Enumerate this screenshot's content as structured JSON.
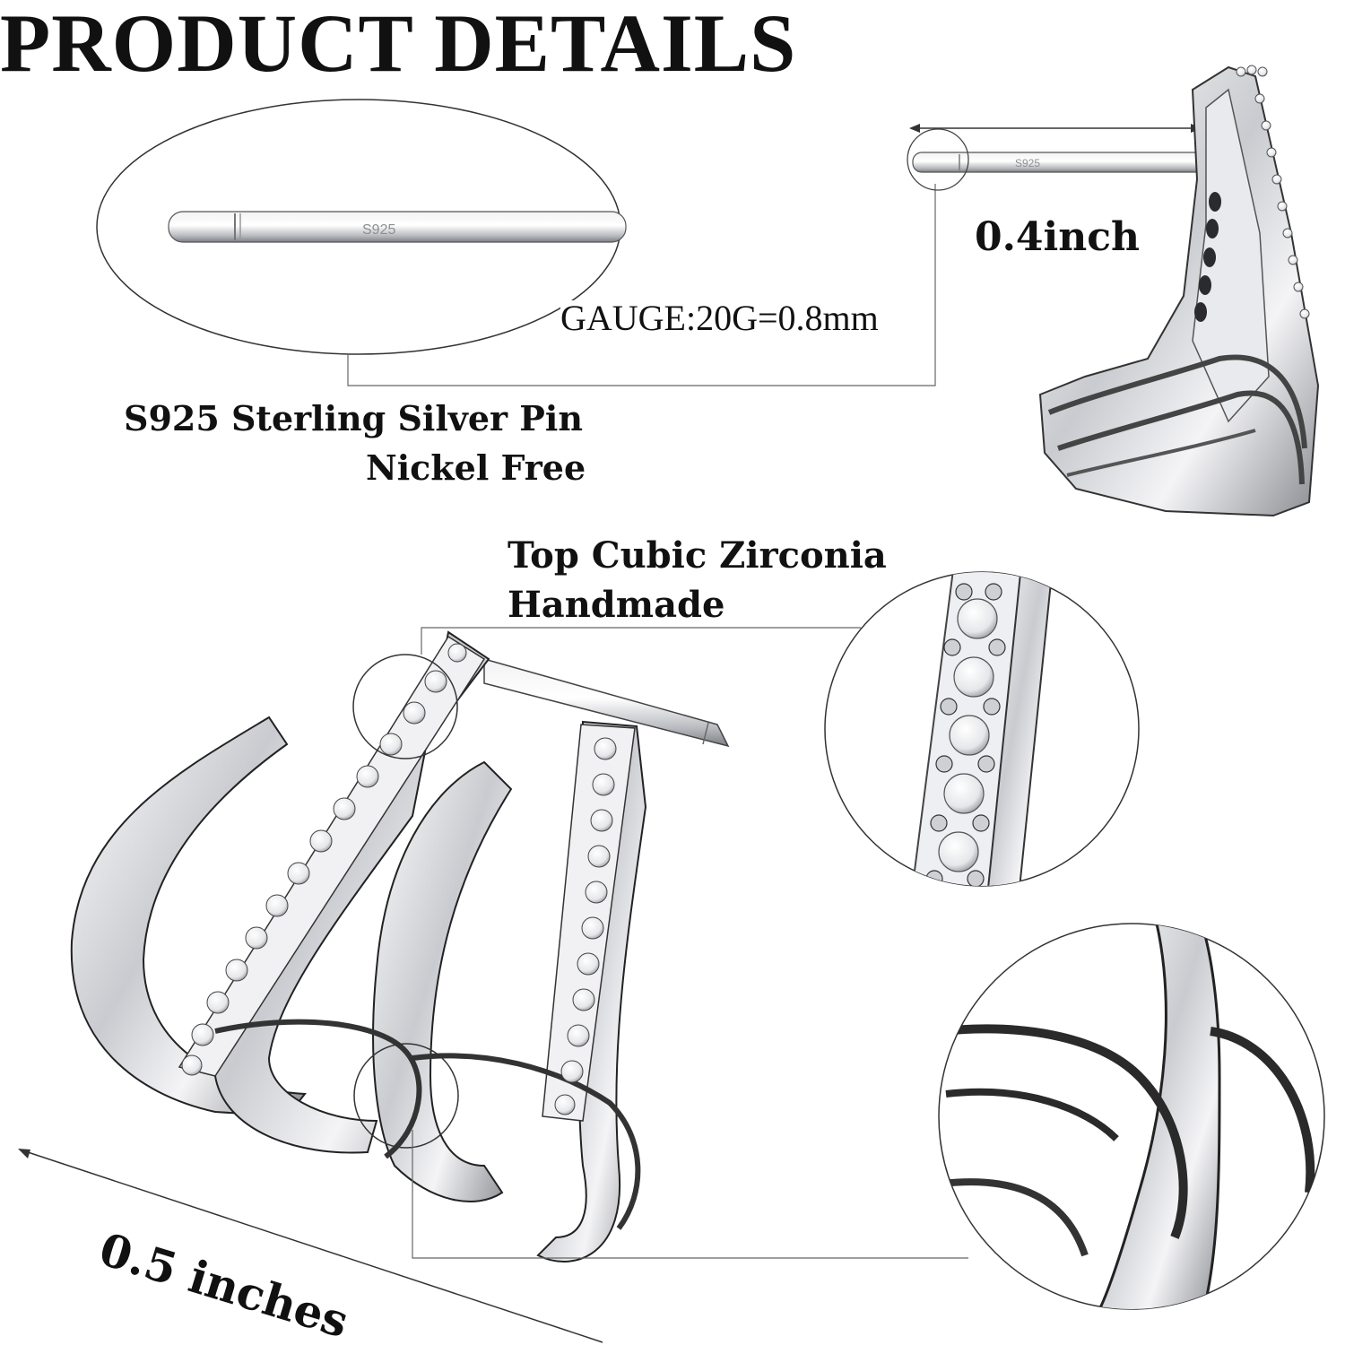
{
  "title": "PRODUCT DETAILS",
  "pin_label": "S925 Sterling Silver Pin",
  "pin_sublabel": "Nickel Free",
  "gauge_label": "GAUGE:20G=0.8mm",
  "length_label": "0.4inch",
  "zirconia_label": "Top Cubic Zirconia",
  "handmade_label": "Handmade",
  "width_label": "0.5 inches",
  "stamp_text": "S925",
  "colors": {
    "silver": "#c9cbd0",
    "silver_dark": "#6e7076",
    "outline": "#2a2a2a",
    "background": "#ffffff"
  }
}
